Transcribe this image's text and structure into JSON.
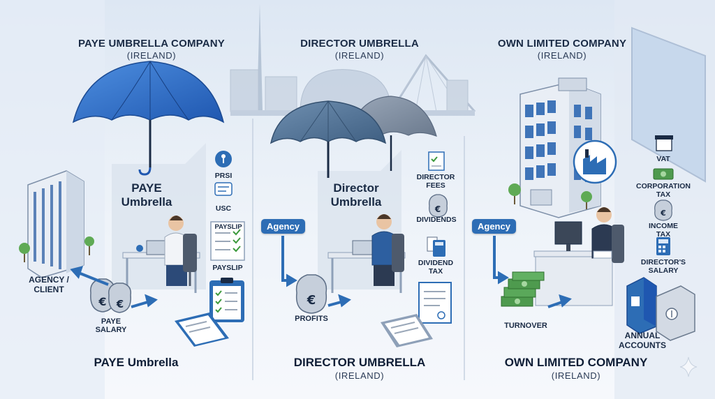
{
  "columns": [
    {
      "heading": "PAYE UMBRELLA COMPANY",
      "subheading": "(IRELAND)",
      "center_label": "PAYE\nUmbrella",
      "side_items": [
        "PRSI",
        "USC",
        "PAYSLIP",
        "PAYSLIP"
      ],
      "client_label": "AGENCY /\nCLIENT",
      "money_label": "PAYE\nSALARY",
      "footer": "PAYE Umbrella",
      "footer_sub": ""
    },
    {
      "heading": "DIRECTOR UMBRELLA",
      "subheading": "(IRELAND)",
      "center_label": "Director\nUmbrella",
      "badge": "Agency",
      "side_items": [
        "DIRECTOR\nFEES",
        "DIVIDENDS",
        "DIVIDEND\nTAX"
      ],
      "money_label": "PROFITS",
      "footer": "DIRECTOR UMBRELLA",
      "footer_sub": "(IRELAND)"
    },
    {
      "heading": "OWN LIMITED COMPANY",
      "subheading": "(IRELAND)",
      "badge": "Agency",
      "side_items": [
        "VAT",
        "CORPORATION\nTAX",
        "INCOME\nTAX",
        "DIRECTOR'S\nSALARY"
      ],
      "money_label": "TURNOVER",
      "accounts_label": "ANNUAL\nACCOUNTS",
      "footer": "OWN LIMITED COMPANY",
      "footer_sub": "(IRELAND)"
    }
  ],
  "colors": {
    "accent": "#2d6db5",
    "dark": "#1a2b45",
    "money": "#3d8a3d"
  }
}
